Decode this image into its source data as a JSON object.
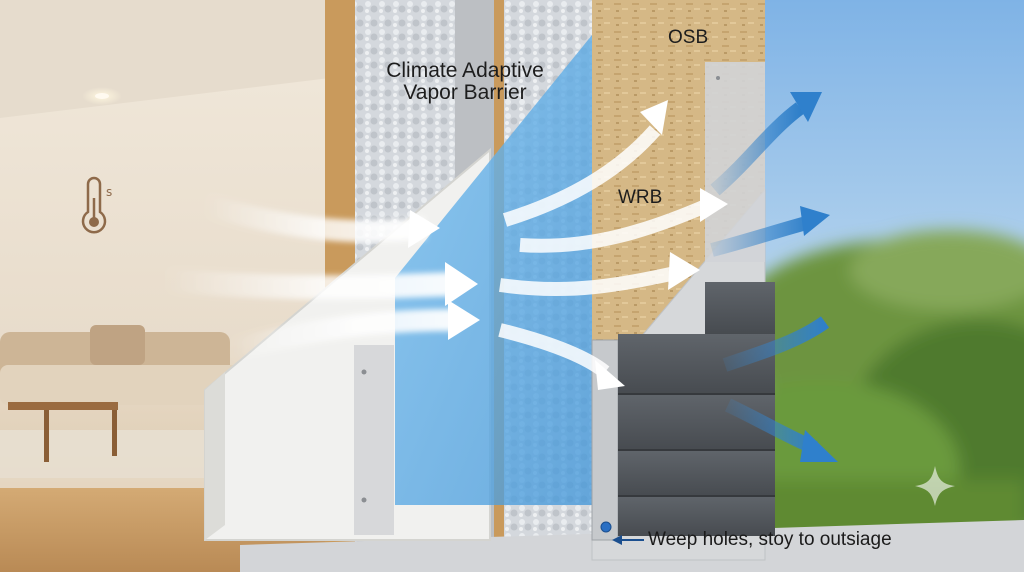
{
  "labels": {
    "vapor_barrier_line1": "Climate Adaptive",
    "vapor_barrier_line2": "Vapor Barrier",
    "osb": "OSB",
    "wrb": "WRB",
    "weep_holes": "Weep holes, stoy to outsiage"
  },
  "icons": {
    "thermometer": "thermometer-icon",
    "sparkle": "sparkle-icon"
  },
  "colors": {
    "vapor_barrier": "#4aa3e0",
    "osb": "#d2b483",
    "wrb": "#d3d6d8",
    "siding": "#54585d",
    "insulation": "#cfd3d8",
    "vapor_arrow_inside": "#ffffff",
    "vapor_arrow_outside": "#3b86c9",
    "sky": "#8fbde8",
    "foliage": "#6f9440"
  }
}
